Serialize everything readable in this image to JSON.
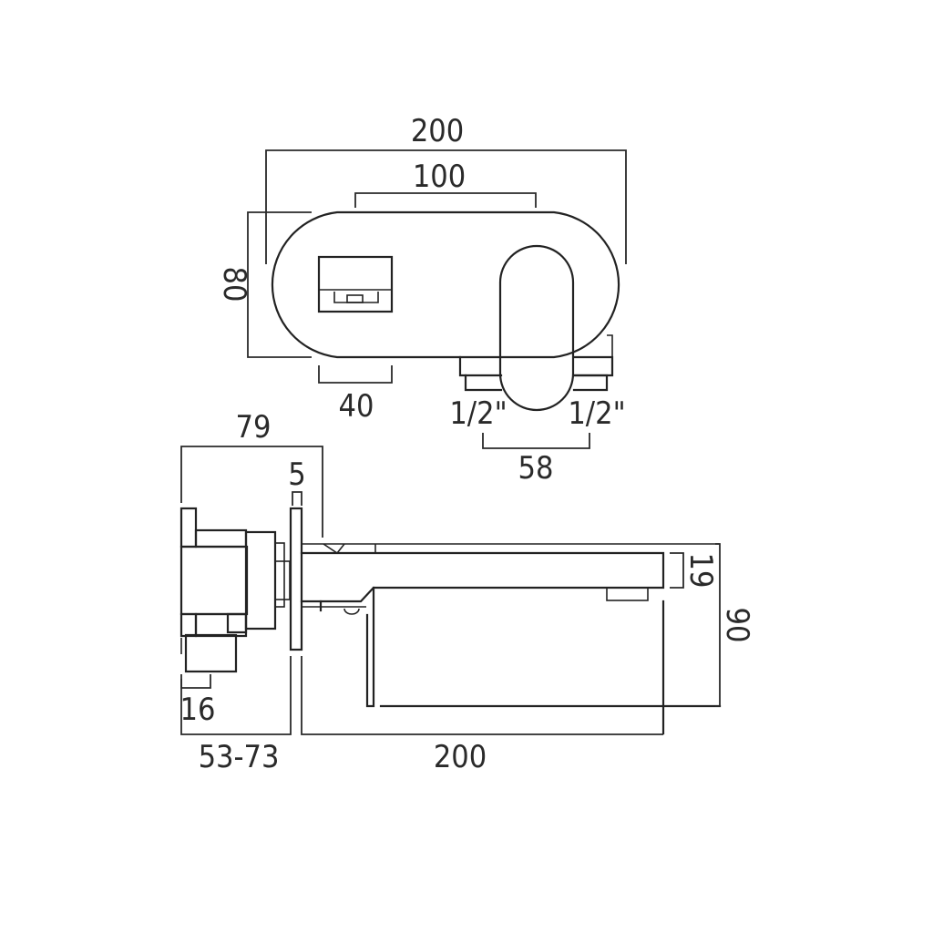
{
  "drawing": {
    "title": "Wall-mounted basin mixer dimensional drawing",
    "colors": {
      "line": "#222222",
      "background": "#ffffff"
    },
    "top_view": {
      "dimensions": {
        "overall_width": "200",
        "outlet_spacing_top": "100",
        "plate_height": "80",
        "cartridge_width": "40",
        "inlet_left": "1/2\"",
        "inlet_right": "1/2\"",
        "inlet_spacing": "58"
      }
    },
    "side_view": {
      "dimensions": {
        "body_depth": "79",
        "plate_thickness": "5",
        "spout_thickness": "19",
        "overall_height": "90",
        "step": "16",
        "wall_depth": "53-73",
        "spout_projection": "200"
      }
    }
  }
}
